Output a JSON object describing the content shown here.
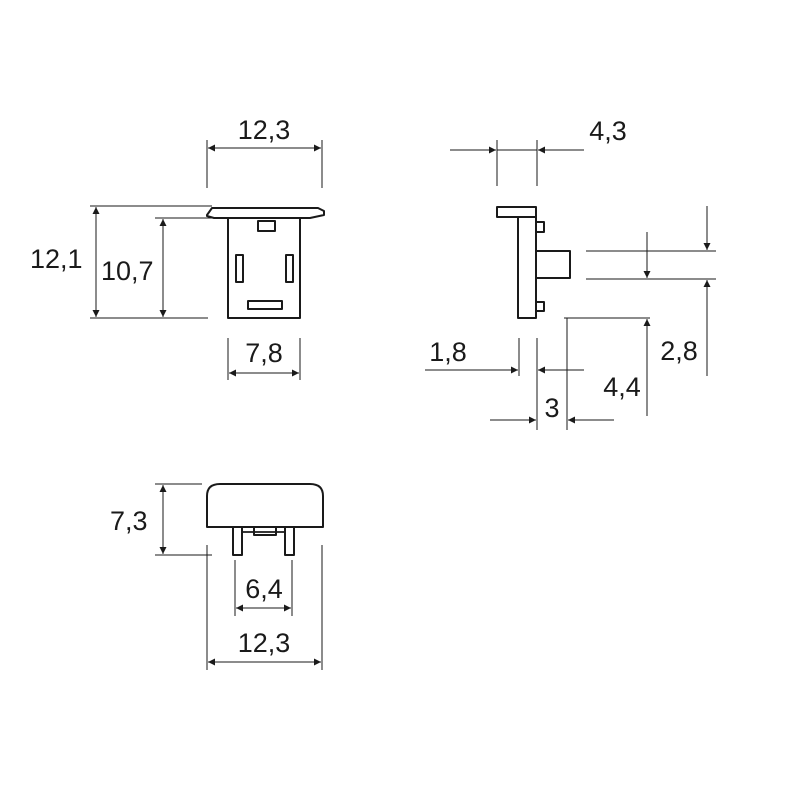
{
  "colors": {
    "line": "#1a1a1a",
    "background": "#ffffff"
  },
  "front_view": {
    "width_top": "12,3",
    "height_total": "12,1",
    "height_body": "10,7",
    "width_body": "7,8"
  },
  "side_view": {
    "width_cap": "4,3",
    "thickness": "1,8",
    "pin_height": "2,8",
    "pin_offset": "4,4",
    "pin_length": "3"
  },
  "top_view": {
    "height": "7,3",
    "pin_spacing": "6,4",
    "width": "12,3"
  }
}
